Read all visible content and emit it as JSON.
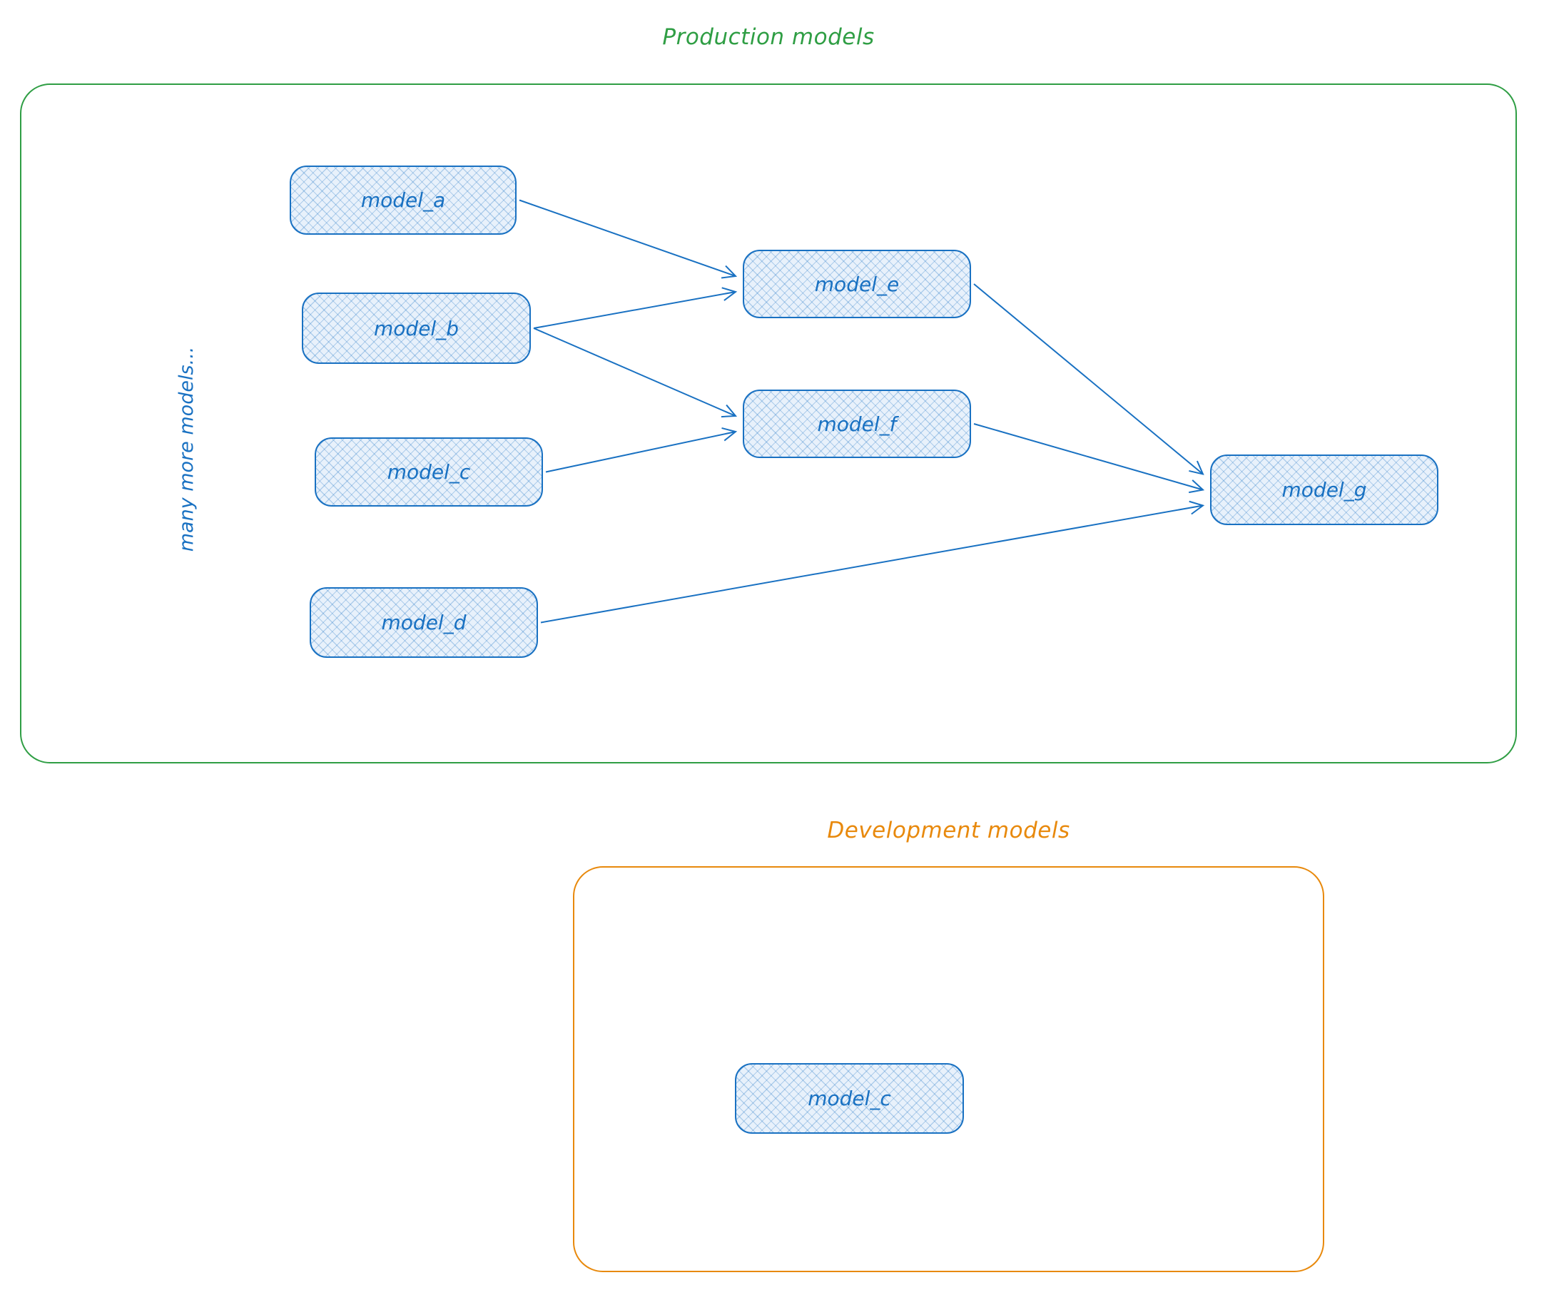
{
  "production": {
    "title": "Production models",
    "side_note": "many more models...",
    "nodes": [
      {
        "id": "model_a",
        "label": "model_a"
      },
      {
        "id": "model_b",
        "label": "model_b"
      },
      {
        "id": "model_c",
        "label": "model_c"
      },
      {
        "id": "model_d",
        "label": "model_d"
      },
      {
        "id": "model_e",
        "label": "model_e"
      },
      {
        "id": "model_f",
        "label": "model_f"
      },
      {
        "id": "model_g",
        "label": "model_g"
      }
    ],
    "edges": [
      {
        "from": "model_a",
        "to": "model_e"
      },
      {
        "from": "model_b",
        "to": "model_e"
      },
      {
        "from": "model_b",
        "to": "model_f"
      },
      {
        "from": "model_c",
        "to": "model_f"
      },
      {
        "from": "model_e",
        "to": "model_g"
      },
      {
        "from": "model_f",
        "to": "model_g"
      },
      {
        "from": "model_d",
        "to": "model_g"
      }
    ]
  },
  "development": {
    "title": "Development models",
    "nodes": [
      {
        "id": "model_c_dev",
        "label": "model_c"
      }
    ]
  },
  "colors": {
    "production_frame": "#2f9e44",
    "development_frame": "#e8890c",
    "node_stroke": "#1971c2",
    "node_fill": "#e8f1fb"
  }
}
